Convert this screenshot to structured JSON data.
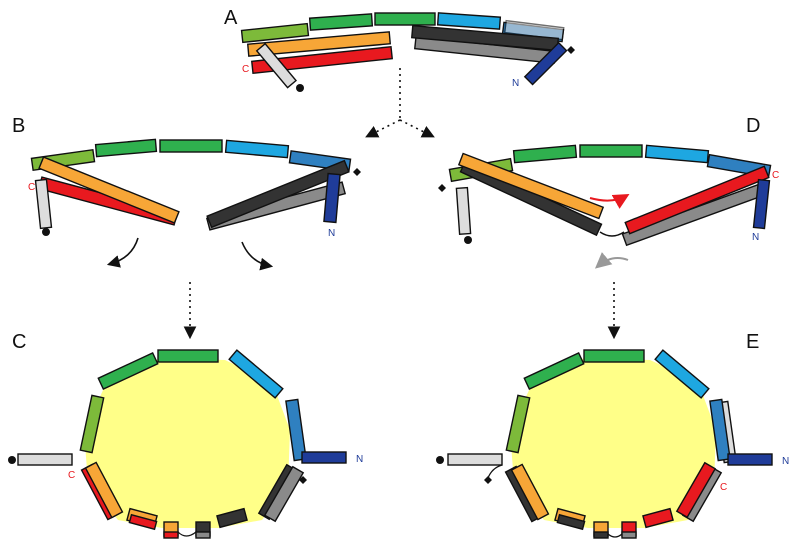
{
  "panels": {
    "a": "A",
    "b": "B",
    "c": "C",
    "d": "D",
    "e": "E"
  },
  "termini": {
    "c": "C",
    "n": "N"
  },
  "colors": {
    "red": "#e8191f",
    "orange": "#f7a637",
    "lime": "#7dba3a",
    "green": "#2fb04e",
    "cyan": "#1ea7e1",
    "steel": "#2f80c0",
    "navy": "#1f3c99",
    "black": "#333333",
    "gray": "#8a8a8a",
    "light": "#dddddd",
    "membrane": "#ffff88",
    "arrow_red": "#e8191f",
    "arrow_gray": "#999999"
  }
}
